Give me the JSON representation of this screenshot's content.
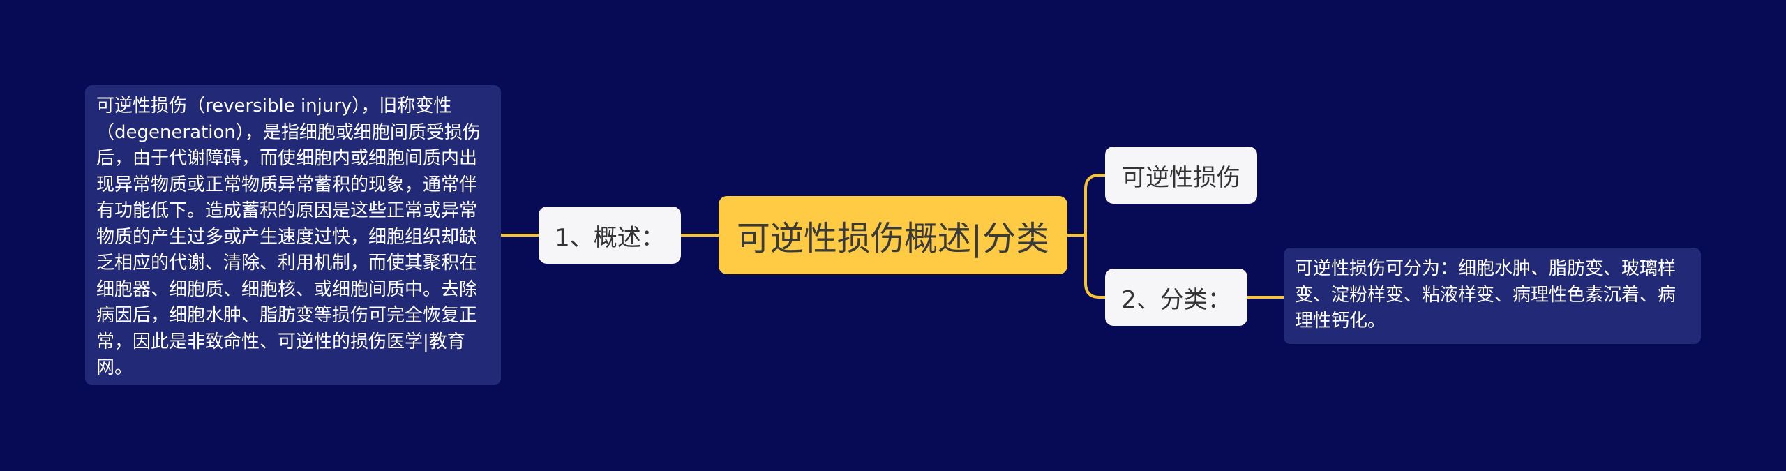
{
  "root": {
    "label": "可逆性损伤概述|分类"
  },
  "branches": {
    "overview": {
      "label": "1、概述：",
      "note": "可逆性损伤（reversible injury），旧称变性（degeneration），是指细胞或细胞间质受损伤后，由于代谢障碍，而使细胞内或细胞间质内出现异常物质或正常物质异常蓄积的现象，通常伴有功能低下。造成蓄积的原因是这些正常或异常物质的产生过多或产生速度过快，细胞组织却缺乏相应的代谢、清除、利用机制，而使其聚积在细胞器、细胞质、细胞核、或细胞间质中。去除病因后，细胞水肿、脂肪变等损伤可完全恢复正常，因此是非致命性、可逆性的损伤医学|教育网。"
    },
    "title": {
      "label": "可逆性损伤"
    },
    "classification": {
      "label": "2、分类：",
      "note": "可逆性损伤可分为：细胞水肿、脂肪变、玻璃样变、淀粉样变、粘液样变、病理性色素沉着、病理性钙化。"
    }
  },
  "colors": {
    "background": "#070b55",
    "root": "#ffcb45",
    "branch": "#f6f6f8",
    "note": "#222a78",
    "connector": "#f5c436"
  }
}
